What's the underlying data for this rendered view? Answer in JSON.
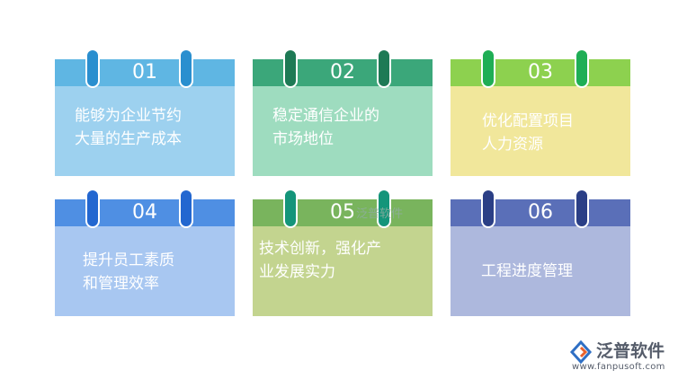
{
  "cards": [
    {
      "number": "01",
      "lines": [
        "能够为企业节约",
        "大量的生产成本"
      ]
    },
    {
      "number": "02",
      "lines": [
        "稳定通信企业的",
        "市场地位"
      ]
    },
    {
      "number": "03",
      "lines": [
        "优化配置项目",
        "人力资源"
      ]
    },
    {
      "number": "04",
      "lines": [
        "提升员工素质",
        "和管理效率"
      ]
    },
    {
      "number": "05",
      "lines": [
        "技术创新，强化产",
        "业发展实力"
      ]
    },
    {
      "number": "06",
      "lines": [
        "工程进度管理"
      ]
    }
  ],
  "watermark": "泛普软件",
  "logo": {
    "name": "泛普软件",
    "url": "www.fanpusoft.com"
  },
  "colors": {
    "card1": {
      "head": "#5fb6e3",
      "body": "#9dd1ef"
    },
    "card2": {
      "head": "#3ba77a",
      "body": "#9edcbf"
    },
    "card3": {
      "head": "#8dd14f",
      "body": "#f1e79b"
    },
    "card4": {
      "head": "#4f8fe3",
      "body": "#a8c7f1"
    },
    "card5": {
      "head": "#79b45d",
      "body": "#c3d48f"
    },
    "card6": {
      "head": "#5a6fb8",
      "body": "#adb8dd"
    }
  }
}
